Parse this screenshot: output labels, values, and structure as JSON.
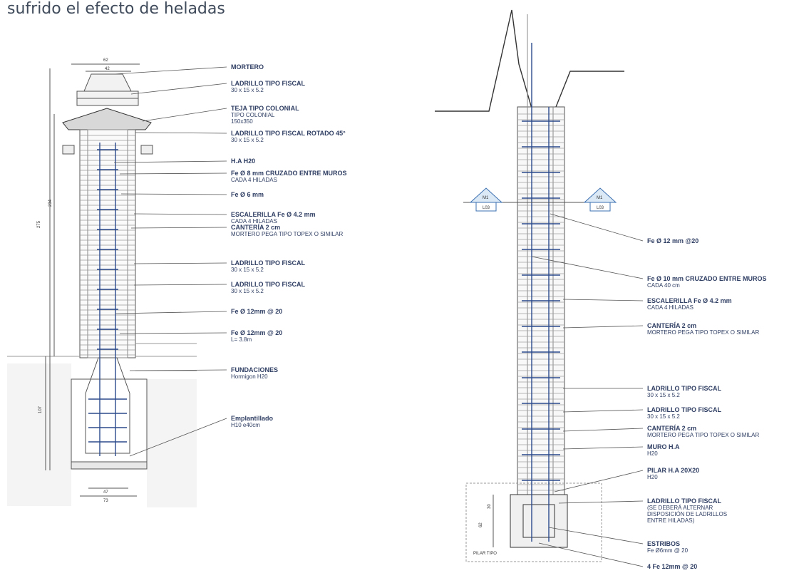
{
  "heading": "sufrido el efecto de heladas",
  "colors": {
    "ink": "#2f3e63",
    "line": "#555555",
    "pink": "#c43a3a"
  },
  "left_callouts": [
    {
      "title": "MORTERO",
      "lines": []
    },
    {
      "title": "LADRILLO TIPO FISCAL",
      "lines": [
        "30 x 15 x 5.2"
      ]
    },
    {
      "title": "TEJA TIPO COLONIAL",
      "lines": [
        "TIPO COLONIAL",
        "150x350"
      ]
    },
    {
      "title": "LADRILLO TIPO FISCAL ROTADO 45°",
      "lines": [
        "30 x 15 x 5.2"
      ]
    },
    {
      "title": "H.A H20",
      "lines": []
    },
    {
      "title": "Fe Ø 8 mm CRUZADO ENTRE MUROS",
      "lines": [
        "CADA 4 HILADAS"
      ]
    },
    {
      "title": "Fe Ø 6 mm",
      "lines": []
    },
    {
      "title": "ESCALERILLA Fe Ø  4.2 mm",
      "lines": [
        "CADA 4 HILADAS"
      ]
    },
    {
      "title": "CANTERÍA 2 cm",
      "lines": [
        "MORTERO PEGA TIPO TOPEX O SIMILAR"
      ]
    },
    {
      "title": "LADRILLO TIPO FISCAL",
      "lines": [
        "30 x 15 x 5.2"
      ]
    },
    {
      "title": "LADRILLO TIPO FISCAL",
      "lines": [
        "30 x 15 x 5.2"
      ]
    },
    {
      "title": "Fe Ø 12mm @ 20",
      "lines": []
    },
    {
      "title": "Fe Ø 12mm @ 20",
      "lines": [
        "L= 3.8m"
      ]
    },
    {
      "title": "FUNDACIONES",
      "lines": [
        "Hormigon H20"
      ]
    },
    {
      "title": "Emplantillado",
      "lines": [
        "H10 e40cm"
      ]
    }
  ],
  "right_callouts": [
    {
      "title": "Fe Ø  12 mm @20",
      "lines": []
    },
    {
      "title": "Fe Ø  10 mm CRUZADO ENTRE MUROS",
      "lines": [
        "CADA 40 cm"
      ]
    },
    {
      "title": "ESCALERILLA Fe Ø  4.2 mm",
      "lines": [
        "CADA 4 HILADAS"
      ]
    },
    {
      "title": "CANTERÍA 2 cm",
      "lines": [
        "MORTERO PEGA TIPO TOPEX O SIMILAR"
      ]
    },
    {
      "title": "LADRILLO TIPO FISCAL",
      "lines": [
        "30 x 15 x 5.2"
      ]
    },
    {
      "title": "LADRILLO TIPO FISCAL",
      "lines": [
        "30 x 15 x 5.2"
      ]
    },
    {
      "title": "CANTERÍA 2 cm",
      "lines": [
        "MORTERO PEGA TIPO TOPEX O SIMILAR"
      ]
    },
    {
      "title": "MURO H.A",
      "lines": [
        "H20"
      ]
    },
    {
      "title": "PILAR H.A 20X20",
      "lines": [
        "H20"
      ]
    },
    {
      "title": "LADRILLO TIPO FISCAL",
      "lines": [
        "(SE DEBERÁ ALTERNAR",
        "DISPOSICIÓN DE LADRILLOS",
        "ENTRE HILADAS)"
      ]
    },
    {
      "title": "ESTRIBOS",
      "lines": [
        "Fe Ø6mm @ 20"
      ]
    },
    {
      "title": "4 Fe 12mm @ 20",
      "lines": []
    }
  ],
  "dims": {
    "top": "62",
    "top2": "42",
    "bot1": "47",
    "bot2": "73",
    "h1": "275",
    "h2": "234",
    "h3": "107",
    "p1": "30",
    "p2": "62"
  },
  "section_marks": {
    "label": "M1",
    "sub": "L03"
  },
  "pilar_label": "PILAR TIPO"
}
